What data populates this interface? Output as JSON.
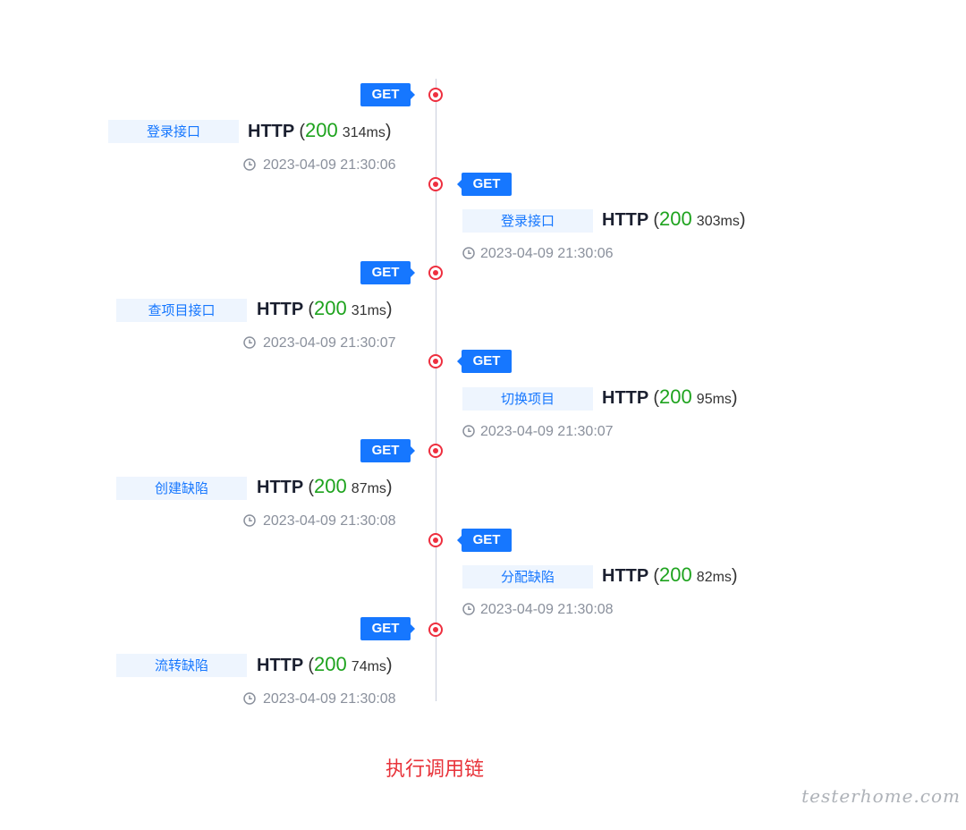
{
  "timeline": {
    "entries": [
      {
        "method": "GET",
        "name": "登录接口",
        "protocol": "HTTP",
        "paren_open": "(",
        "status": "200",
        "duration": "314ms",
        "paren_close": ")",
        "time": "2023-04-09 21:30:06"
      },
      {
        "method": "GET",
        "name": "登录接口",
        "protocol": "HTTP",
        "paren_open": "(",
        "status": "200",
        "duration": "303ms",
        "paren_close": ")",
        "time": "2023-04-09 21:30:06"
      },
      {
        "method": "GET",
        "name": "查项目接口",
        "protocol": "HTTP",
        "paren_open": "(",
        "status": "200",
        "duration": "31ms",
        "paren_close": ")",
        "time": "2023-04-09 21:30:07"
      },
      {
        "method": "GET",
        "name": "切换项目",
        "protocol": "HTTP",
        "paren_open": "(",
        "status": "200",
        "duration": "95ms",
        "paren_close": ")",
        "time": "2023-04-09 21:30:07"
      },
      {
        "method": "GET",
        "name": "创建缺陷",
        "protocol": "HTTP",
        "paren_open": "(",
        "status": "200",
        "duration": "87ms",
        "paren_close": ")",
        "time": "2023-04-09 21:30:08"
      },
      {
        "method": "GET",
        "name": "分配缺陷",
        "protocol": "HTTP",
        "paren_open": "(",
        "status": "200",
        "duration": "82ms",
        "paren_close": ")",
        "time": "2023-04-09 21:30:08"
      },
      {
        "method": "GET",
        "name": "流转缺陷",
        "protocol": "HTTP",
        "paren_open": "(",
        "status": "200",
        "duration": "74ms",
        "paren_close": ")",
        "time": "2023-04-09 21:30:08"
      }
    ]
  },
  "caption": "执行调用链",
  "watermark": "testerhome.com",
  "colors": {
    "method_badge": "#1677ff",
    "name_tag_bg": "#eef5fe",
    "status_ok": "#1ea31e",
    "node": "#ee2f3f",
    "caption": "#e8333a"
  },
  "icons": {
    "timestamp": "clock-icon",
    "node": "timeline-node-icon"
  }
}
